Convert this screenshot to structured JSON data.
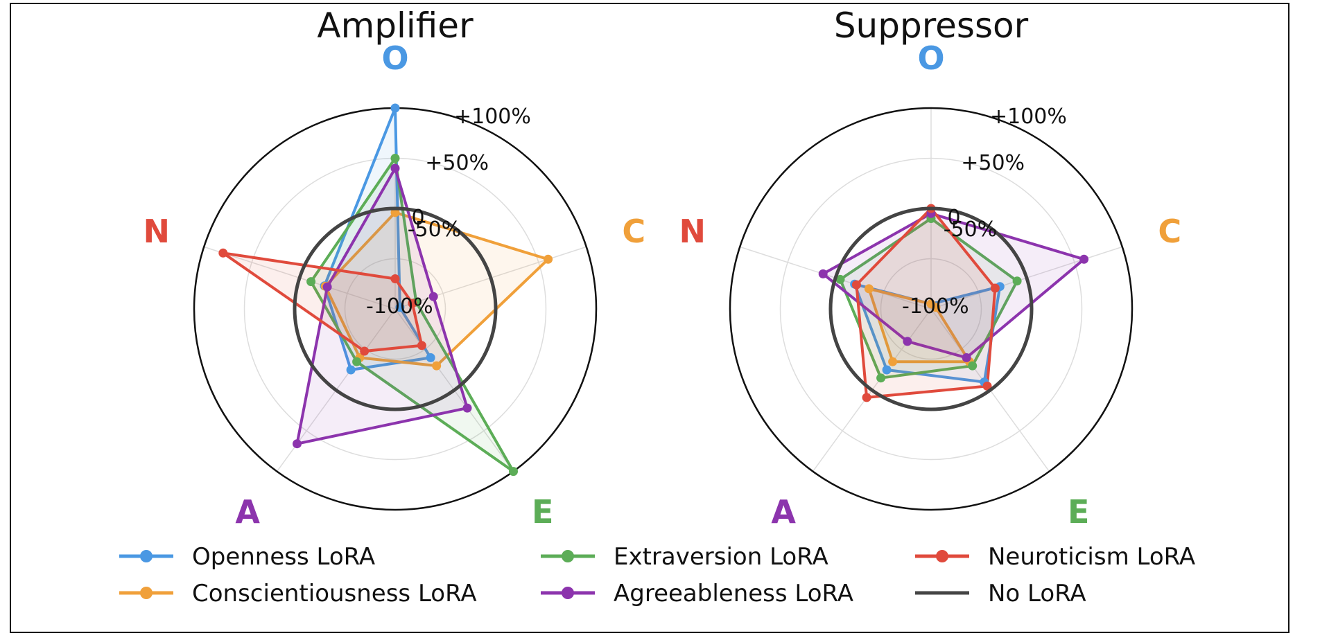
{
  "colors": {
    "O": "#4a98e3",
    "C": "#f0a03a",
    "E": "#5cad57",
    "A": "#8c34ad",
    "N": "#e04a3c",
    "baseline": "#444444"
  },
  "chart_data": [
    {
      "type": "radar",
      "title": "Amplifier",
      "axes": [
        "O",
        "C",
        "E",
        "A",
        "N"
      ],
      "r_ticks": [
        "-100%",
        "-50%",
        "0",
        "+50%",
        "+100%"
      ],
      "r_range": [
        -100,
        100
      ],
      "baseline_value": 0,
      "grid": true,
      "series": [
        {
          "name": "Openness LoRA",
          "key": "O",
          "values": [
            100,
            -95,
            -40,
            -25,
            -26
          ]
        },
        {
          "name": "Conscientiousness LoRA",
          "key": "C",
          "values": [
            -4,
            60,
            -30,
            -40,
            -27
          ]
        },
        {
          "name": "Extraversion LoRA",
          "key": "E",
          "values": [
            50,
            -78,
            100,
            -35,
            -12
          ]
        },
        {
          "name": "Agreeableness LoRA",
          "key": "A",
          "values": [
            40,
            -60,
            22,
            66,
            -29
          ]
        },
        {
          "name": "Neuroticism LoRA",
          "key": "N",
          "values": [
            -70,
            -82,
            -55,
            -48,
            80
          ]
        }
      ]
    },
    {
      "type": "radar",
      "title": "Suppressor",
      "axes": [
        "O",
        "C",
        "E",
        "A",
        "N"
      ],
      "r_ticks": [
        "-100%",
        "-50%",
        "0",
        "+50%",
        "+100%"
      ],
      "r_range": [
        -100,
        100
      ],
      "baseline_value": 0,
      "grid": true,
      "series": [
        {
          "name": "Openness LoRA",
          "key": "O",
          "values": [
            -95,
            -28,
            -10,
            -25,
            -20
          ]
        },
        {
          "name": "Conscientiousness LoRA",
          "key": "C",
          "values": [
            -95,
            -95,
            -35,
            -35,
            -35
          ]
        },
        {
          "name": "Extraversion LoRA",
          "key": "E",
          "values": [
            -10,
            -10,
            -30,
            -15,
            -5
          ]
        },
        {
          "name": "Agreeableness LoRA",
          "key": "A",
          "values": [
            -5,
            60,
            -40,
            -60,
            13
          ]
        },
        {
          "name": "Neuroticism LoRA",
          "key": "N",
          "values": [
            0,
            -33,
            -5,
            9,
            -22
          ]
        }
      ]
    }
  ],
  "legend": {
    "items": [
      {
        "label": "Openness LoRA",
        "key": "O"
      },
      {
        "label": "Extraversion LoRA",
        "key": "E"
      },
      {
        "label": "Neuroticism LoRA",
        "key": "N"
      },
      {
        "label": "Conscientiousness LoRA",
        "key": "C"
      },
      {
        "label": "Agreeableness LoRA",
        "key": "A"
      },
      {
        "label": "No LoRA",
        "key": "baseline"
      }
    ]
  }
}
